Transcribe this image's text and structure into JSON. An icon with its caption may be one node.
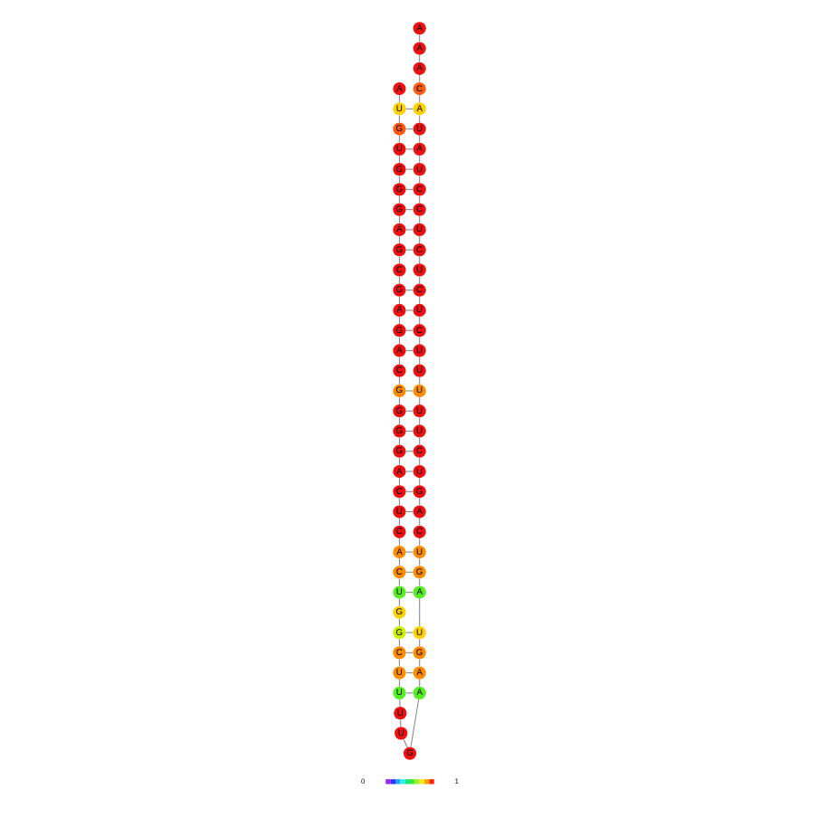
{
  "diagram": {
    "nodes": [
      {
        "text": [
          "A"
        ]
      },
      {
        "text": [
          "U"
        ]
      },
      {
        "text": [
          "G"
        ]
      },
      {
        "text": [
          "U"
        ]
      },
      {
        "text": [
          "G"
        ]
      },
      {
        "text": [
          "G"
        ]
      },
      {
        "text": [
          "G"
        ]
      },
      {
        "text": [
          "A"
        ]
      },
      {
        "text": [
          "G"
        ]
      },
      {
        "text": [
          "C"
        ]
      },
      {
        "text": [
          "G"
        ]
      },
      {
        "text": [
          "A"
        ]
      },
      {
        "text": [
          "G"
        ]
      },
      {
        "text": [
          "A"
        ]
      },
      {
        "text": [
          "C"
        ]
      },
      {
        "text": [
          "G"
        ]
      },
      {
        "text": [
          "G"
        ]
      },
      {
        "text": [
          "G"
        ]
      },
      {
        "text": [
          "G"
        ]
      },
      {
        "text": [
          "A"
        ]
      },
      {
        "text": [
          "C"
        ]
      },
      {
        "text": [
          "U"
        ]
      },
      {
        "text": [
          "C"
        ]
      },
      {
        "text": [
          "A"
        ]
      },
      {
        "text": [
          "C"
        ]
      },
      {
        "text": [
          "U"
        ]
      },
      {
        "text": [
          "G"
        ]
      },
      {
        "text": [
          "G"
        ]
      },
      {
        "text": [
          "C"
        ]
      },
      {
        "text": [
          "U"
        ]
      },
      {
        "text": [
          "U"
        ]
      },
      {
        "text": [
          "U"
        ]
      },
      {
        "text": [
          "U"
        ]
      },
      {
        "text": [
          "G"
        ]
      },
      {
        "text": [
          "A"
        ]
      },
      {
        "text": [
          "A"
        ]
      },
      {
        "text": [
          "G"
        ]
      },
      {
        "text": [
          "U"
        ]
      },
      {
        "text": [
          "A"
        ]
      },
      {
        "text": [
          "G"
        ]
      },
      {
        "text": [
          "U"
        ]
      },
      {
        "text": [
          "C"
        ]
      },
      {
        "text": [
          "A"
        ]
      },
      {
        "text": [
          "G"
        ]
      },
      {
        "text": [
          "U"
        ]
      },
      {
        "text": [
          "C"
        ]
      },
      {
        "text": [
          "U"
        ]
      },
      {
        "text": [
          "U"
        ]
      },
      {
        "text": [
          "U"
        ]
      },
      {
        "text": [
          "U"
        ]
      },
      {
        "text": [
          "U"
        ]
      },
      {
        "text": [
          "C"
        ]
      },
      {
        "text": [
          "U"
        ]
      },
      {
        "text": [
          "C"
        ]
      },
      {
        "text": [
          "U"
        ]
      },
      {
        "text": [
          "C"
        ]
      },
      {
        "text": [
          "U"
        ]
      },
      {
        "text": [
          "C"
        ]
      },
      {
        "text": [
          "C"
        ]
      },
      {
        "text": [
          "U"
        ]
      },
      {
        "text": [
          "A"
        ]
      },
      {
        "text": [
          "U"
        ]
      },
      {
        "text": [
          "A"
        ]
      },
      {
        "text": [
          "C"
        ]
      },
      {
        "text": [
          "A"
        ]
      },
      {
        "text": [
          "A"
        ]
      },
      {
        "text": [
          "A"
        ]
      }
    ],
    "edges": [
      {
        "from": 0,
        "to": 1,
        "arrow": "none"
      },
      {
        "from": 1,
        "to": 2,
        "arrow": "none"
      },
      {
        "from": 2,
        "to": 3,
        "arrow": "none"
      },
      {
        "from": 3,
        "to": 4,
        "arrow": "none"
      },
      {
        "from": 4,
        "to": 5,
        "arrow": "none"
      },
      {
        "from": 5,
        "to": 6,
        "arrow": "none"
      },
      {
        "from": 6,
        "to": 7,
        "arrow": "none"
      },
      {
        "from": 7,
        "to": 8,
        "arrow": "none"
      },
      {
        "from": 8,
        "to": 9,
        "arrow": "none"
      },
      {
        "from": 9,
        "to": 10,
        "arrow": "none"
      },
      {
        "from": 10,
        "to": 11,
        "arrow": "none"
      },
      {
        "from": 11,
        "to": 12,
        "arrow": "none"
      },
      {
        "from": 12,
        "to": 13,
        "arrow": "none"
      },
      {
        "from": 13,
        "to": 14,
        "arrow": "none"
      },
      {
        "from": 14,
        "to": 15,
        "arrow": "none"
      },
      {
        "from": 15,
        "to": 16,
        "arrow": "none"
      },
      {
        "from": 16,
        "to": 17,
        "arrow": "none"
      },
      {
        "from": 17,
        "to": 18,
        "arrow": "none"
      },
      {
        "from": 18,
        "to": 19,
        "arrow": "none"
      },
      {
        "from": 19,
        "to": 20,
        "arrow": "none"
      },
      {
        "from": 20,
        "to": 21,
        "arrow": "none"
      },
      {
        "from": 21,
        "to": 22,
        "arrow": "none"
      },
      {
        "from": 22,
        "to": 23,
        "arrow": "none"
      },
      {
        "from": 23,
        "to": 24,
        "arrow": "none"
      },
      {
        "from": 24,
        "to": 25,
        "arrow": "none"
      },
      {
        "from": 25,
        "to": 26,
        "arrow": "none"
      },
      {
        "from": 26,
        "to": 27,
        "arrow": "none"
      },
      {
        "from": 27,
        "to": 28,
        "arrow": "none"
      },
      {
        "from": 28,
        "to": 29,
        "arrow": "none"
      },
      {
        "from": 29,
        "to": 30,
        "arrow": "none"
      },
      {
        "from": 30,
        "to": 31,
        "arrow": "none"
      },
      {
        "from": 31,
        "to": 32,
        "arrow": "none"
      },
      {
        "from": 32,
        "to": 33,
        "arrow": "none"
      },
      {
        "from": 33,
        "to": 34,
        "arrow": "none"
      },
      {
        "from": 34,
        "to": 35,
        "arrow": "none"
      },
      {
        "from": 35,
        "to": 36,
        "arrow": "none"
      },
      {
        "from": 36,
        "to": 37,
        "arrow": "none"
      },
      {
        "from": 37,
        "to": 38,
        "arrow": "none"
      },
      {
        "from": 38,
        "to": 39,
        "arrow": "none"
      },
      {
        "from": 39,
        "to": 40,
        "arrow": "none"
      },
      {
        "from": 40,
        "to": 41,
        "arrow": "none"
      },
      {
        "from": 41,
        "to": 42,
        "arrow": "none"
      },
      {
        "from": 42,
        "to": 43,
        "arrow": "none"
      },
      {
        "from": 43,
        "to": 44,
        "arrow": "none"
      },
      {
        "from": 44,
        "to": 45,
        "arrow": "none"
      },
      {
        "from": 45,
        "to": 46,
        "arrow": "none"
      },
      {
        "from": 46,
        "to": 47,
        "arrow": "none"
      },
      {
        "from": 47,
        "to": 48,
        "arrow": "none"
      },
      {
        "from": 48,
        "to": 49,
        "arrow": "none"
      },
      {
        "from": 49,
        "to": 50,
        "arrow": "none"
      },
      {
        "from": 50,
        "to": 51,
        "arrow": "none"
      },
      {
        "from": 51,
        "to": 52,
        "arrow": "none"
      },
      {
        "from": 52,
        "to": 53,
        "arrow": "none"
      },
      {
        "from": 53,
        "to": 54,
        "arrow": "none"
      },
      {
        "from": 54,
        "to": 55,
        "arrow": "none"
      },
      {
        "from": 55,
        "to": 56,
        "arrow": "none"
      },
      {
        "from": 56,
        "to": 57,
        "arrow": "none"
      },
      {
        "from": 57,
        "to": 58,
        "arrow": "none"
      },
      {
        "from": 58,
        "to": 59,
        "arrow": "none"
      },
      {
        "from": 59,
        "to": 60,
        "arrow": "none"
      },
      {
        "from": 60,
        "to": 61,
        "arrow": "none"
      },
      {
        "from": 61,
        "to": 62,
        "arrow": "none"
      },
      {
        "from": 62,
        "to": 63,
        "arrow": "none"
      },
      {
        "from": 63,
        "to": 64,
        "arrow": "none"
      },
      {
        "from": 64,
        "to": 65,
        "arrow": "none"
      },
      {
        "from": 65,
        "to": 66,
        "arrow": "none"
      },
      {
        "from": 1,
        "to": 62,
        "arrow": "none"
      },
      {
        "from": 2,
        "to": 61,
        "arrow": "none"
      },
      {
        "from": 3,
        "to": 60,
        "arrow": "none"
      },
      {
        "from": 4,
        "to": 59,
        "arrow": "none"
      },
      {
        "from": 5,
        "to": 58,
        "arrow": "none"
      },
      {
        "from": 6,
        "to": 57,
        "arrow": "none"
      },
      {
        "from": 7,
        "to": 56,
        "arrow": "none"
      },
      {
        "from": 8,
        "to": 55,
        "arrow": "none"
      },
      {
        "from": 10,
        "to": 53,
        "arrow": "none"
      },
      {
        "from": 11,
        "to": 52,
        "arrow": "none"
      },
      {
        "from": 12,
        "to": 51,
        "arrow": "none"
      },
      {
        "from": 13,
        "to": 50,
        "arrow": "none"
      },
      {
        "from": 15,
        "to": 48,
        "arrow": "none"
      },
      {
        "from": 16,
        "to": 47,
        "arrow": "none"
      },
      {
        "from": 17,
        "to": 46,
        "arrow": "none"
      },
      {
        "from": 18,
        "to": 45,
        "arrow": "none"
      },
      {
        "from": 19,
        "to": 44,
        "arrow": "none"
      },
      {
        "from": 20,
        "to": 43,
        "arrow": "none"
      },
      {
        "from": 21,
        "to": 42,
        "arrow": "none"
      },
      {
        "from": 23,
        "to": 40,
        "arrow": "none"
      },
      {
        "from": 24,
        "to": 39,
        "arrow": "none"
      },
      {
        "from": 25,
        "to": 38,
        "arrow": "none"
      },
      {
        "from": 27,
        "to": 37,
        "arrow": "none"
      },
      {
        "from": 28,
        "to": 36,
        "arrow": "none"
      },
      {
        "from": 29,
        "to": 35,
        "arrow": "none"
      },
      {
        "from": 30,
        "to": 34,
        "arrow": "none"
      }
    ],
    "labels": [
      "0",
      "1"
    ]
  }
}
